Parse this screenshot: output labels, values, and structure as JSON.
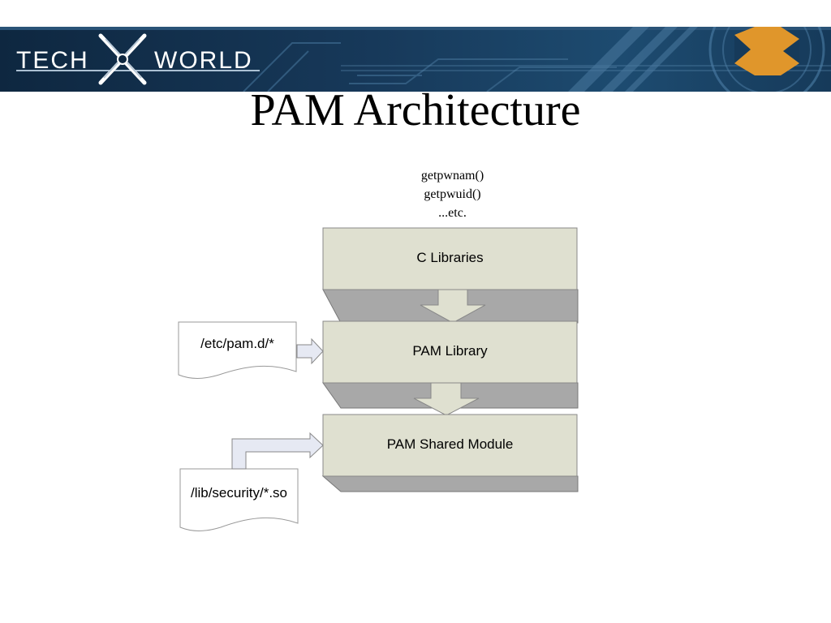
{
  "header": {
    "brand_left": "TECH",
    "brand_right": "WORLD"
  },
  "slide": {
    "title": "PAM Architecture"
  },
  "diagram": {
    "functions": [
      "getpwnam()",
      "getpwuid()",
      "...etc."
    ],
    "layers": [
      {
        "label": "C Libraries"
      },
      {
        "label": "PAM Library"
      },
      {
        "label": "PAM Shared Module"
      }
    ],
    "config_doc": {
      "label": "/etc/pam.d/*"
    },
    "module_doc": {
      "label": "/lib/security/*.so"
    }
  },
  "colors": {
    "banner_dark": "#0f2a44",
    "banner_mid": "#1f4a6e",
    "accent_orange": "#e0962b",
    "box_face": "#dfe0d0",
    "box_side": "#a8a8a8",
    "arrow_fill": "#e6e9f3"
  }
}
